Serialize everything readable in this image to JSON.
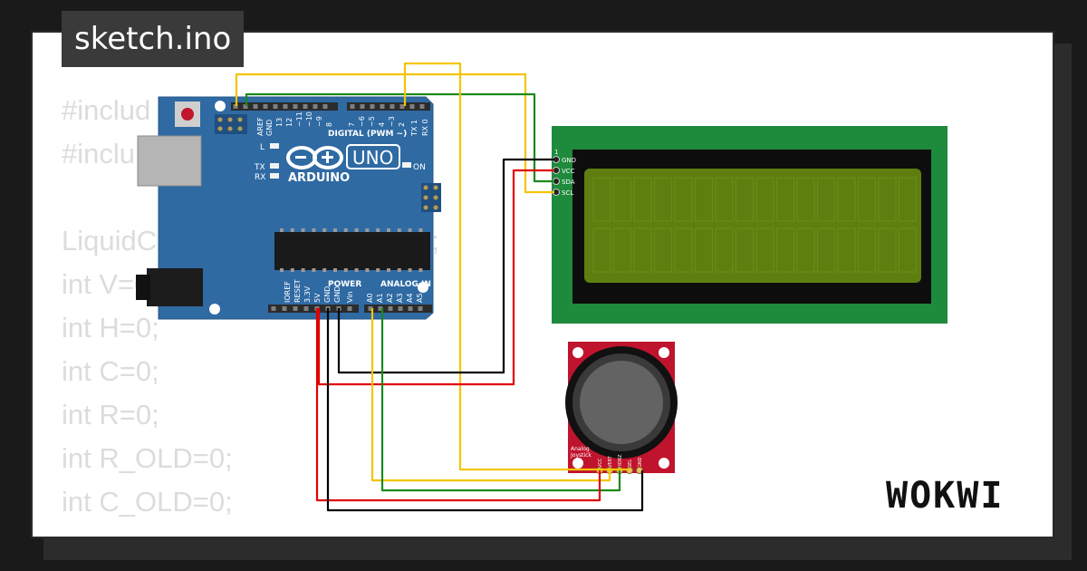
{
  "title": "sketch.ino",
  "logo": "WOKWI",
  "code_lines": [
    "#includ",
    "#inclu                            h>",
    "",
    "LiquidC                             0,4);",
    "int V=0",
    "int H=0;",
    "int C=0;",
    "int R=0;",
    "int R_OLD=0;",
    "int C_OLD=0;"
  ],
  "arduino": {
    "brand": "ARDUINO",
    "model": "UNO",
    "digital_header": "DIGITAL (PWM ~)",
    "power_header": "POWER",
    "analog_header": "ANALOG IN",
    "led_l": "L",
    "led_tx": "TX",
    "led_rx": "RX",
    "led_on": "ON",
    "top_pins": [
      "AREF",
      "GND",
      "13",
      "12",
      "~11",
      "~10",
      "~9",
      "8",
      "7",
      "~6",
      "~5",
      "4",
      "~3",
      "2",
      "TX 1",
      "RX 0"
    ],
    "power_pins": [
      "IOREF",
      "RESET",
      "3.3V",
      "5V",
      "GND",
      "GND",
      "Vin"
    ],
    "analog_pins": [
      "A0",
      "A1",
      "A2",
      "A3",
      "A4",
      "A5"
    ],
    "board_color": "#2f6aa3"
  },
  "lcd": {
    "pin_one": "1",
    "pins": [
      "GND",
      "VCC",
      "SDA",
      "SCL"
    ],
    "pcb_color": "#1e8a3c",
    "screen_color": "#5e7f0f"
  },
  "joystick": {
    "label_line1": "Analog",
    "label_line2": "Joystick",
    "pins": [
      "VCC",
      "VERT",
      "HORZ",
      "SEL",
      "GND"
    ],
    "pcb_color": "#c0142e"
  },
  "wire_colors": {
    "yellow": "#f5c400",
    "green": "#1a8a1a",
    "red": "#e00000",
    "black": "#000000"
  }
}
